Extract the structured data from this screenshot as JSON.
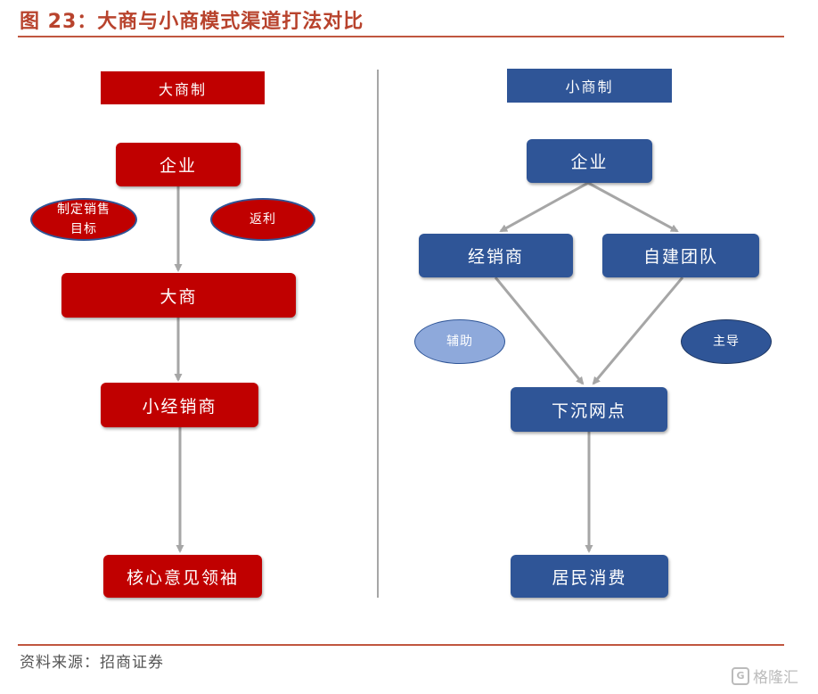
{
  "header": {
    "title": "图 23：大商与小商模式渠道打法对比"
  },
  "left": {
    "label": "大商制",
    "nodes": {
      "enterprise": "企业",
      "big_dealer": "大商",
      "small_dealer": "小经销商",
      "opinion_leader": "核心意见领袖"
    },
    "ovals": {
      "sales_target": "制定销售目标",
      "rebate": "返利"
    }
  },
  "right": {
    "label": "小商制",
    "nodes": {
      "enterprise": "企业",
      "dealer": "经销商",
      "own_team": "自建团队",
      "sinking_outlets": "下沉网点",
      "consumers": "居民消费"
    },
    "ovals": {
      "auxiliary": "辅助",
      "primary": "主导"
    }
  },
  "footer": {
    "source": "资料来源：招商证券",
    "watermark": "格隆汇"
  },
  "colors": {
    "red": "#c00000",
    "blue": "#2f5597",
    "light_blue": "#8ea9db",
    "title": "#b8432d",
    "arrow": "#a6a6a6"
  }
}
